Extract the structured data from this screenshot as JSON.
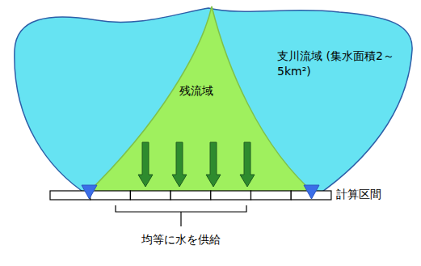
{
  "diagram": {
    "nodes": [
      {
        "text": [
          "支川流域 (集水面積2～5km²)"
        ]
      },
      {
        "text": [
          "残流域"
        ]
      }
    ],
    "labels": [
      "計算区間",
      "均等に水を供給"
    ]
  }
}
